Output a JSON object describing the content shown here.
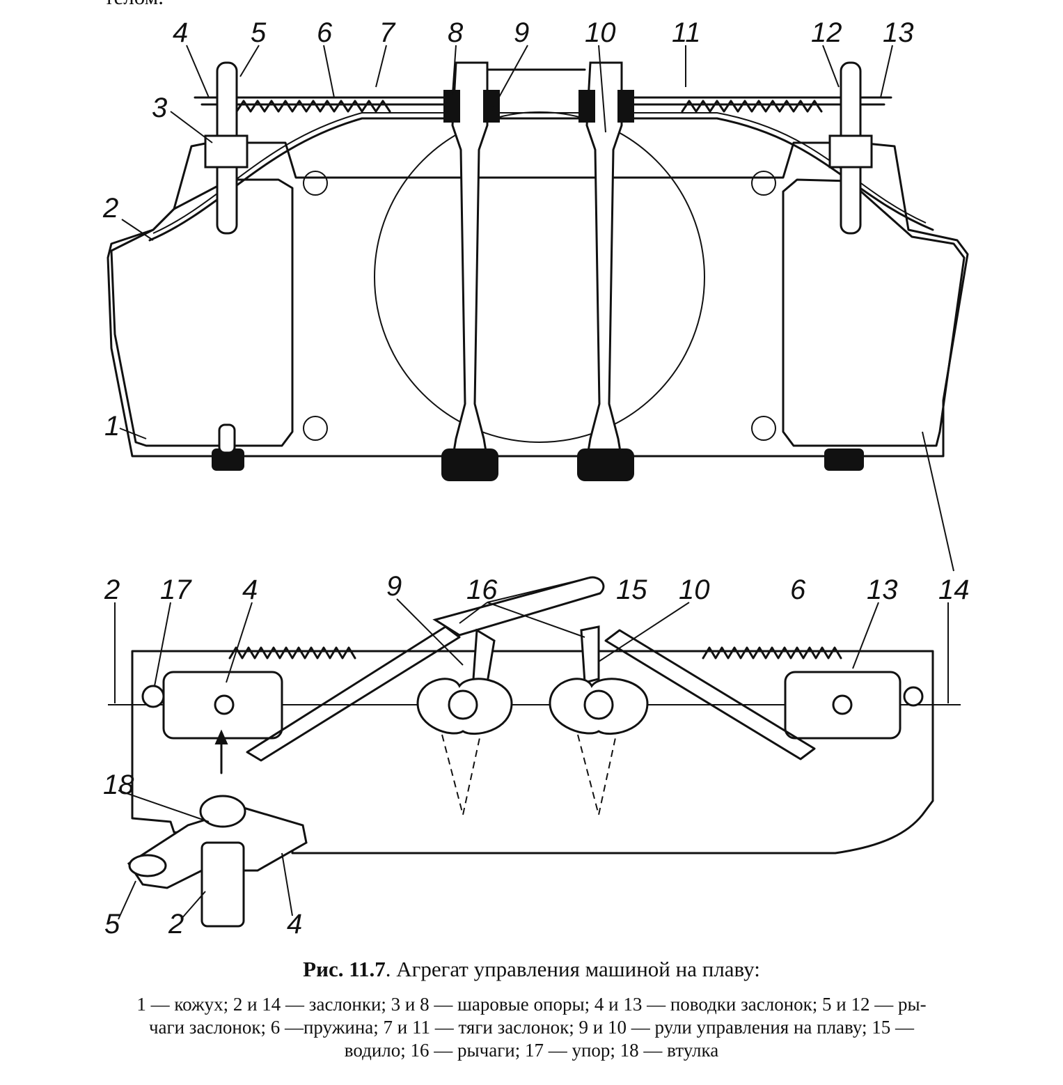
{
  "top_fragment": "телом.",
  "figure": {
    "callouts_top": [
      "4",
      "5",
      "6",
      "7",
      "8",
      "9",
      "10",
      "11",
      "12",
      "13",
      "3",
      "2",
      "1",
      "14"
    ],
    "callouts_bottom": [
      "2",
      "17",
      "4",
      "9",
      "16",
      "15",
      "10",
      "6",
      "13",
      "14",
      "18",
      "5",
      "2",
      "4"
    ]
  },
  "caption": {
    "fig_number": "Рис. 11.7",
    "title": ". Агрегат управления машиной на плаву:",
    "legend_line1": "1 — кожух; 2 и 14 — заслонки; 3 и 8 — шаровые опоры; 4 и 13 — поводки заслонок; 5 и 12 — ры-",
    "legend_line2": "чаги заслонок; 6 —пружина; 7 и 11 — тяги заслонок; 9 и 10 — рули управления на плаву; 15 —",
    "legend_line3": "водило; 16 — рычаги; 17 — упор; 18 — втулка"
  }
}
